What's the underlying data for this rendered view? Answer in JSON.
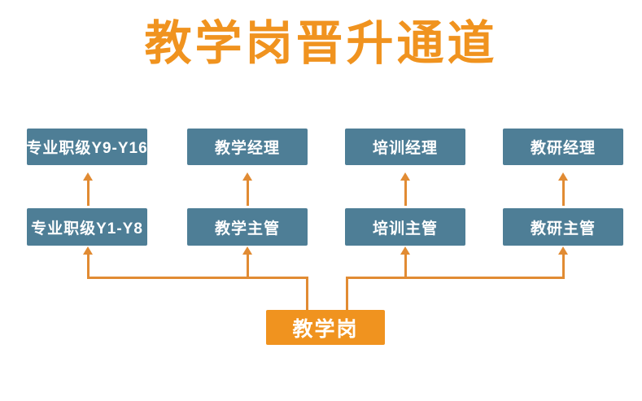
{
  "title": "教学岗晋升通道",
  "colors": {
    "orange": "#F0931F",
    "teal": "#4E7E96",
    "connector": "#E18B33",
    "node_text": "#FFFFFF",
    "background": "#FFFFFF"
  },
  "root": {
    "label": "教学岗"
  },
  "columns": [
    {
      "top": "专业职级Y9-Y16",
      "bottom": "专业职级Y1-Y8"
    },
    {
      "top": "教学经理",
      "bottom": "教学主管"
    },
    {
      "top": "培训经理",
      "bottom": "培训主管"
    },
    {
      "top": "教研经理",
      "bottom": "教研主管"
    }
  ]
}
